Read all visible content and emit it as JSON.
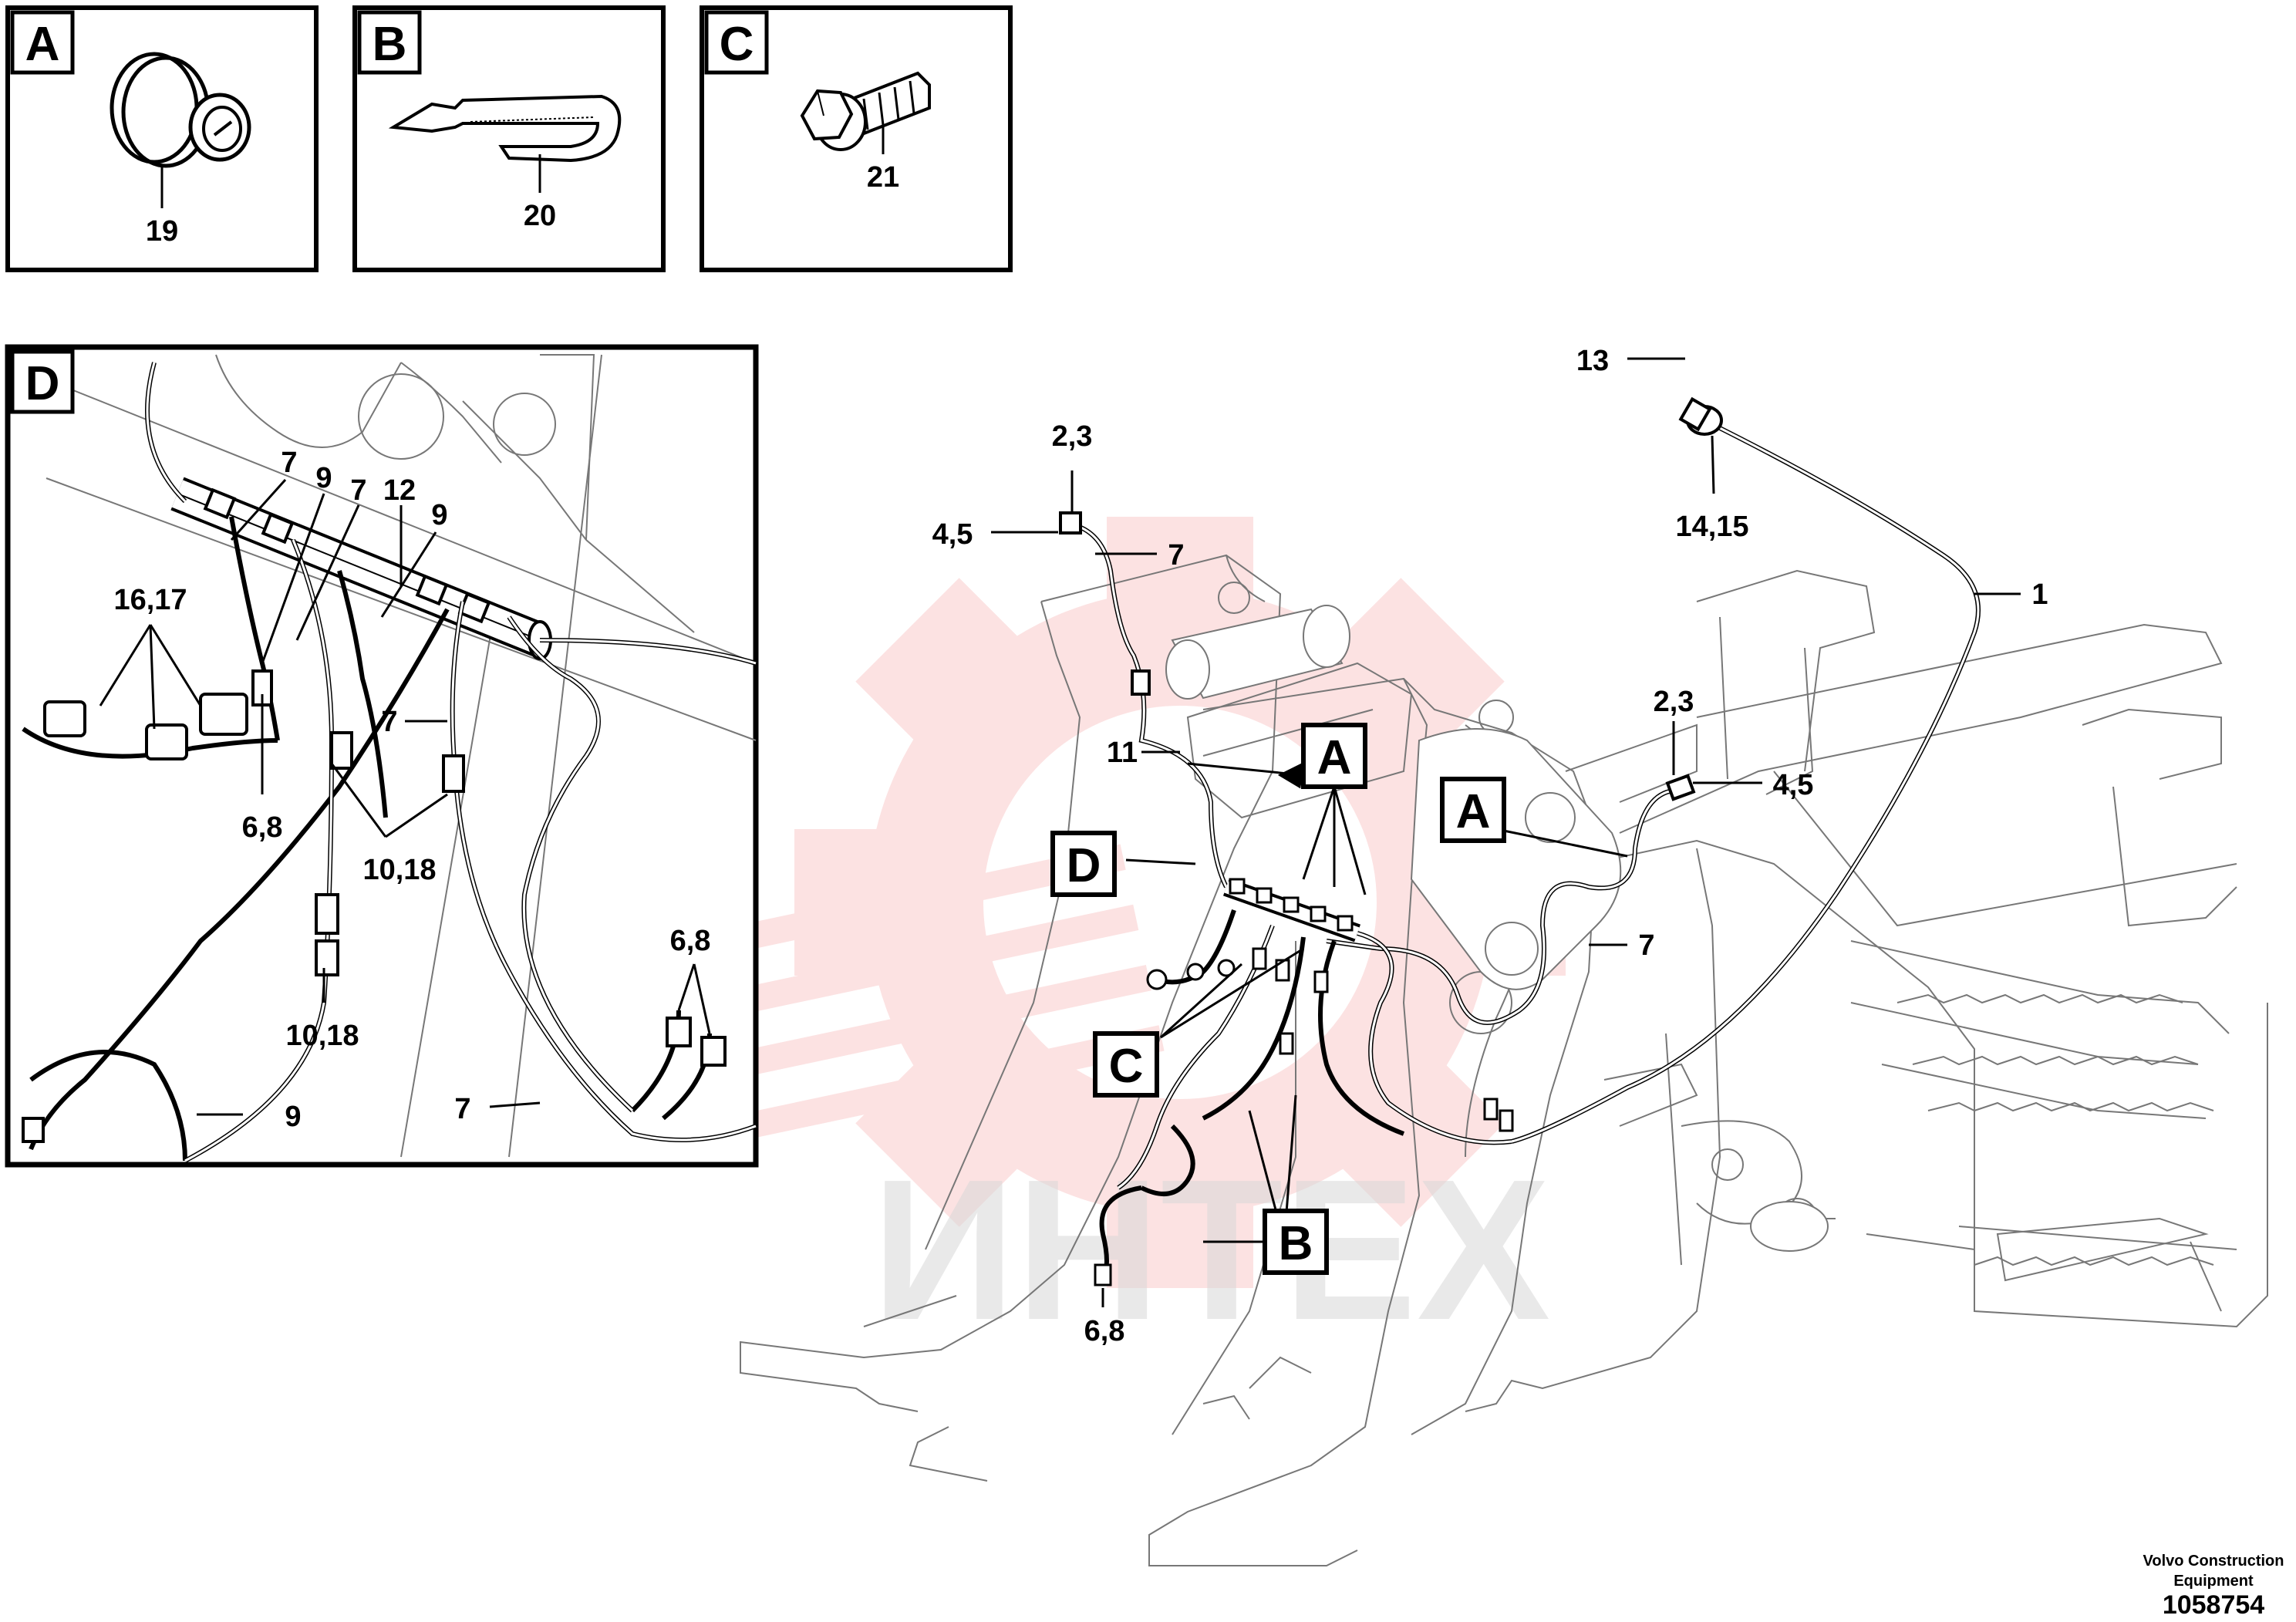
{
  "insets": {
    "A": {
      "letter": "A",
      "part": "19"
    },
    "B": {
      "letter": "B",
      "part": "20"
    },
    "C": {
      "letter": "C",
      "part": "21"
    },
    "D": {
      "letter": "D",
      "labels": [
        "7",
        "9",
        "7",
        "12",
        "9",
        "16,17",
        "7",
        "6,8",
        "10,18",
        "10,18",
        "6,8",
        "7",
        "9"
      ]
    }
  },
  "main": {
    "labels": [
      "2,3",
      "4,5",
      "7",
      "11",
      "13",
      "14,15",
      "1",
      "2,3",
      "4,5",
      "7",
      "6,8"
    ],
    "callouts": [
      "A",
      "A",
      "B",
      "C",
      "D"
    ]
  },
  "watermark": {
    "text": "ИНТЕХ",
    "color": "#e84a4a"
  },
  "footer": {
    "company_line1": "Volvo Construction",
    "company_line2": "Equipment",
    "drawing_number": "1058754"
  }
}
